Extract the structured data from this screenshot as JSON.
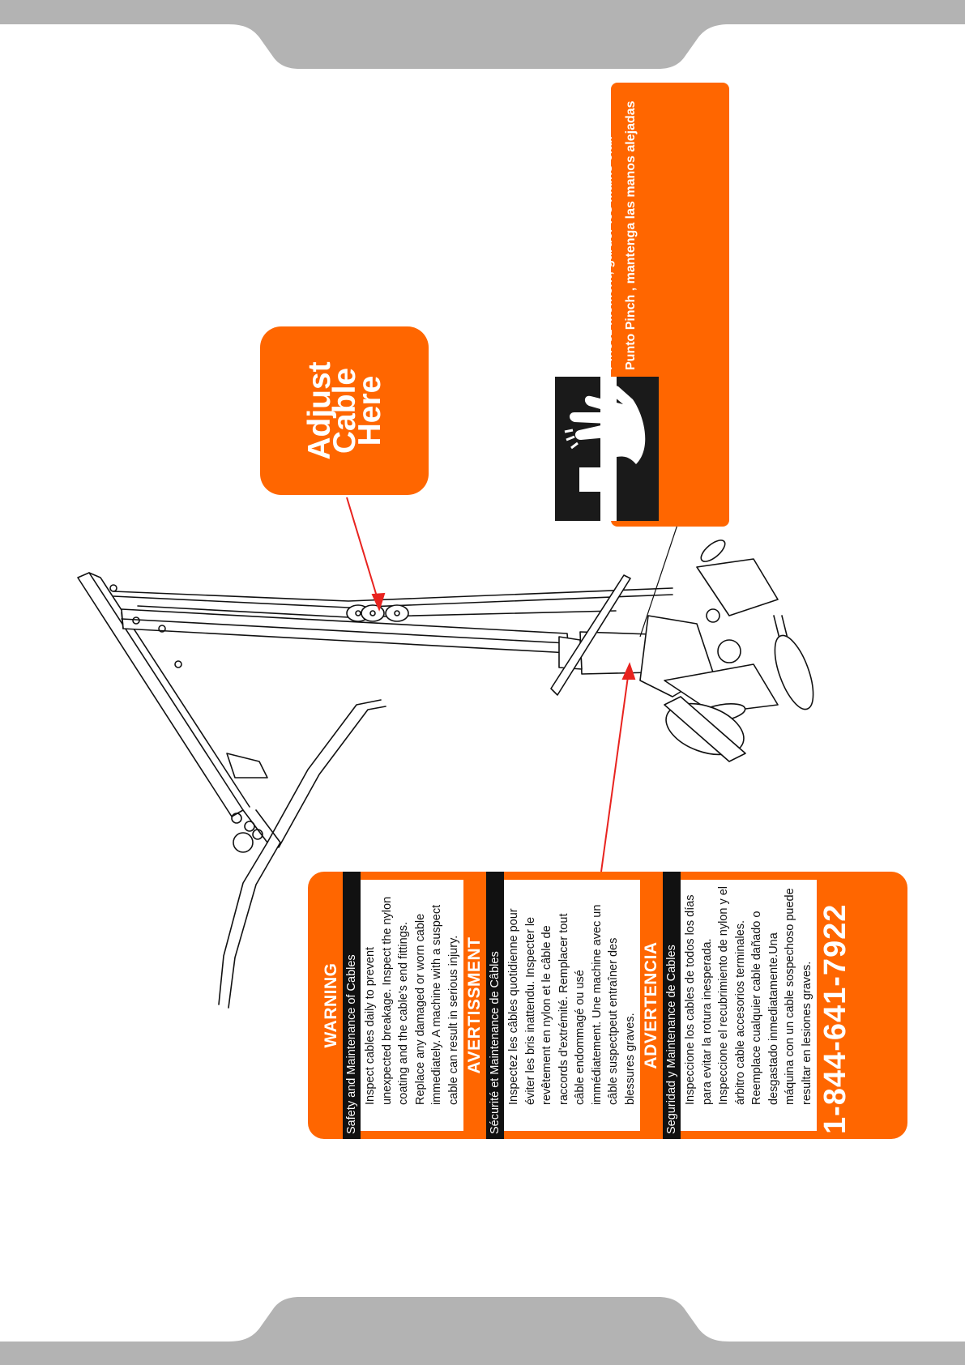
{
  "adjust_callout": {
    "lines": [
      "Adjust",
      "Cable",
      "Here"
    ]
  },
  "pinch_label": {
    "title": "WARNING / AVERTISSEMENT / ADVERTENCIA",
    "lines": [
      "Pinch point, keep hands clear",
      "Pincez moment, garder les mains clair",
      "Punto Pinch , mantenga las manos alejadas"
    ]
  },
  "cable_label": {
    "sections": [
      {
        "title": "WARNING",
        "subtitle": "Safety and Maintenance of Cables",
        "body": "Inspect cables daily to prevent unexpected breakage. Inspect the nylon coating and the cable's end fittings. Replace any damaged or worn cable immediately. A machine with a suspect cable can result in serious injury."
      },
      {
        "title": "AVERTISSMENT",
        "subtitle": "Sécurité et Maintenance de Câbles",
        "body": "Inspectez les câbles quotidienne pour éviter les bris inattendu. Inspecter le revêtement en nylon et le câble de raccords d'extrémité. Remplacer tout câble endommagé ou usé immédiatement. Une machine avec un câble suspectpeut entraîner des blessures graves."
      },
      {
        "title": "ADVERTENCIA",
        "subtitle": "Seguridad y Maintenance de Cables",
        "body": "Inspeccione los cables de todos los días para evitar la rotura inesperada. Inspeccione el recubrimiento de nylon y el árbitro cable accesorios terminales. Reemplace cualquier cable dañado o desgastado inmediatamente.Una máquina con un cable sospechoso puede resultar en lesiones graves."
      }
    ],
    "phone": "1-844-641-7922"
  },
  "colors": {
    "accent": "#ff6600",
    "frame_gray": "#b3b3b3",
    "arrow_red": "#e8231f"
  }
}
